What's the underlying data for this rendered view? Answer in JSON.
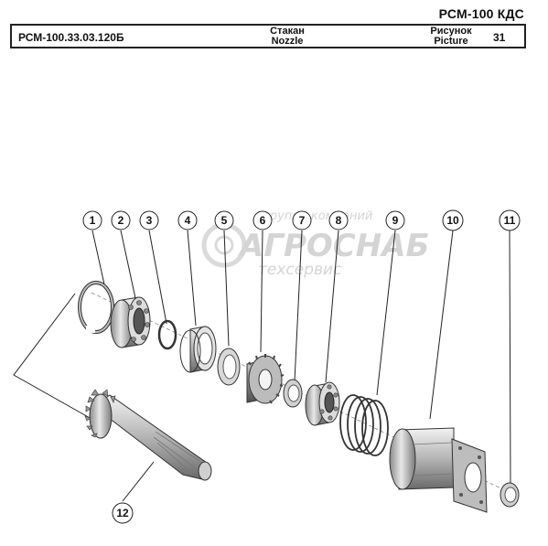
{
  "header": {
    "machine": "РСМ-100 КДС",
    "code": "РСМ-100.33.03.120Б",
    "name_ru": "Стакан",
    "name_en": "Nozzle",
    "picture_ru": "Рисунок",
    "picture_en": "Picture",
    "picture_number": "31"
  },
  "watermark": {
    "top": "группа компаний",
    "main": "АГРОСНАБ",
    "bottom": "техсервис"
  },
  "callouts": [
    "1",
    "2",
    "3",
    "4",
    "5",
    "6",
    "7",
    "8",
    "9",
    "10",
    "11",
    "12"
  ],
  "colors": {
    "metal_light": "#e6e6e6",
    "metal_dark": "#6e6e6e",
    "line": "#222222",
    "watermark": "#d4d4d4"
  }
}
